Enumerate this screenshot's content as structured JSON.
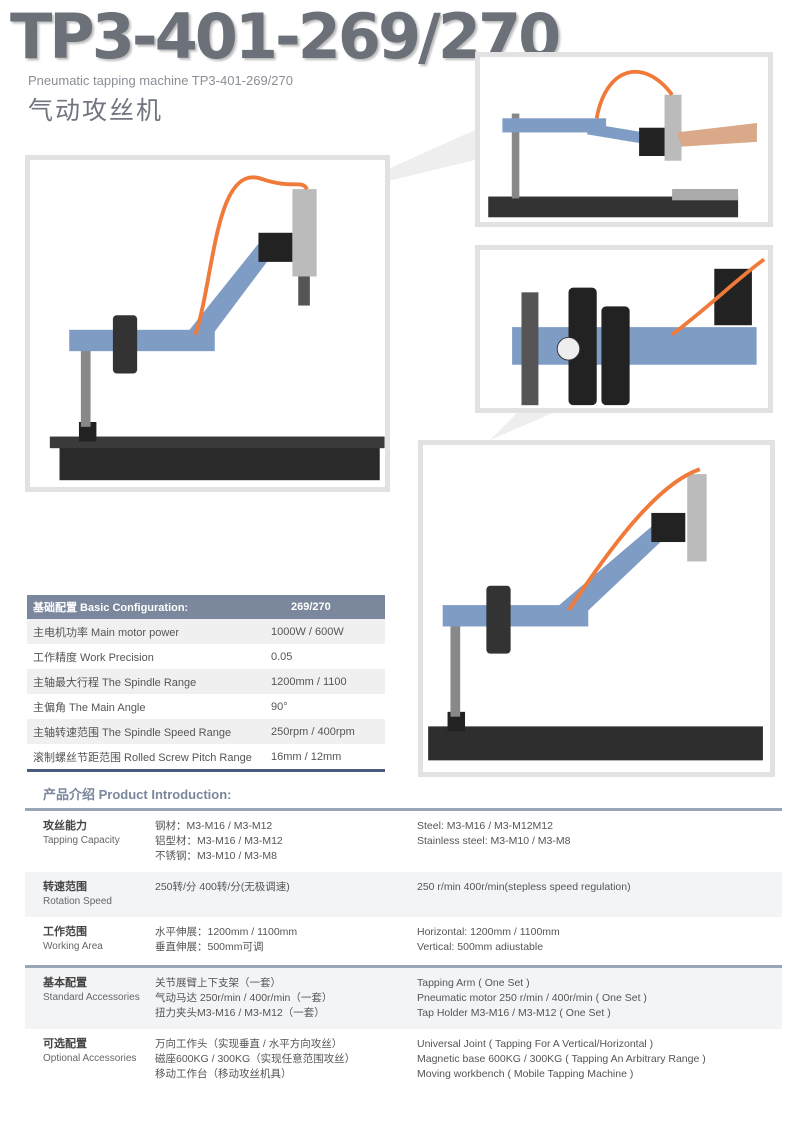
{
  "header": {
    "title": "TP3-401-269/270",
    "subtitle": "Pneumatic tapping machine TP3-401-269/270",
    "cn_title": "气动攻丝机"
  },
  "config": {
    "head_label": "基础配置 Basic Configuration:",
    "head_value": "269/270",
    "rows": [
      {
        "label": "主电机功率 Main motor power",
        "value": "1000W / 600W"
      },
      {
        "label": "工作精度 Work Precision",
        "value": "0.05"
      },
      {
        "label": "主轴最大行程 The Spindle Range",
        "value": "1200mm / 1100"
      },
      {
        "label": "主偏角 The Main Angle",
        "value": "90°"
      },
      {
        "label": "主轴转速范围 The Spindle Speed Range",
        "value": "250rpm / 400rpm"
      },
      {
        "label": "滚制螺丝节距范围 Rolled Screw Pitch Range",
        "value": "16mm / 12mm"
      }
    ]
  },
  "intro": {
    "heading": "产品介绍 Product Introduction:",
    "rows": [
      {
        "cn": "攻丝能力",
        "en": "Tapping Capacity",
        "cn_lines": [
          "钢材：M3-M16 / M3-M12",
          "铝型材：M3-M16 / M3-M12",
          "不锈钢：M3-M10 / M3-M8"
        ],
        "en_lines": [
          "Steel: M3-M16 / M3-M12M12",
          "Stainless steel: M3-M10 / M3-M8"
        ]
      },
      {
        "cn": "转速范围",
        "en": "Rotation Speed",
        "cn_lines": [
          "250转/分   400转/分(无极调速)"
        ],
        "en_lines": [
          "250 r/min    400r/min(stepless speed regulation)"
        ]
      },
      {
        "cn": "工作范围",
        "en": "Working Area",
        "cn_lines": [
          "水平伸展：1200mm / 1100mm",
          "垂直伸展：500mm可调"
        ],
        "en_lines": [
          "Horizontal: 1200mm / 1100mm",
          "Vertical: 500mm adiustable"
        ]
      },
      {
        "cn": "基本配置",
        "en": "Standard Accessories",
        "cn_lines": [
          "关节展臂上下支架（一套）",
          "气动马达 250r/min / 400r/min（一套）",
          "扭力夹头M3-M16 / M3-M12（一套）"
        ],
        "en_lines": [
          "Tapping Arm ( One Set )",
          "Pneumatic motor 250 r/min  / 400r/min ( One Set )",
          "Tap Holder M3-M16 / M3-M12 ( One Set )"
        ]
      },
      {
        "cn": "可选配置",
        "en": "Optional Accessories",
        "cn_lines": [
          "万向工作头（实现垂直 / 水平方向攻丝）",
          "磁座600KG / 300KG（实现任意范围攻丝）",
          "移动工作台（移动攻丝机具）"
        ],
        "en_lines": [
          "Universal Joint ( Tapping For A Vertical/Horizontal )",
          "Magnetic base 600KG / 300KG ( Tapping An Arbitrary Range )",
          "Moving workbench ( Mobile Tapping Machine )"
        ]
      }
    ]
  },
  "colors": {
    "accent": "#7b879c",
    "arm": "#7f9cc4",
    "hose": "#f07a3a"
  }
}
